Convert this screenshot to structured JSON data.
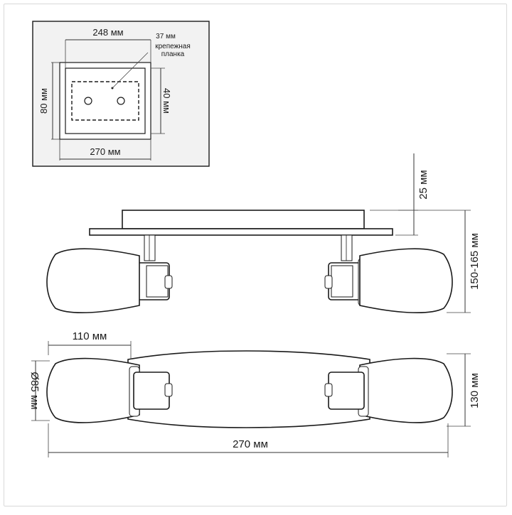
{
  "labels": {
    "inset_top_width": "248 мм",
    "inset_offset": "37 мм",
    "inset_mount_line1": "крепежная",
    "inset_mount_line2": "планка",
    "inset_left_height": "80 мм",
    "inset_right_height": "40 мм",
    "inset_bottom_width": "270 мм",
    "side_top_height": "25 мм",
    "side_total_height": "150-165 мм",
    "plan_shade_length": "110 мм",
    "plan_diameter": "Ø85 мм",
    "plan_width": "130 мм",
    "plan_length": "270 мм"
  },
  "colors": {
    "line": "#1a1a1a",
    "inset_background": "#f2f2f2",
    "background": "#ffffff"
  }
}
